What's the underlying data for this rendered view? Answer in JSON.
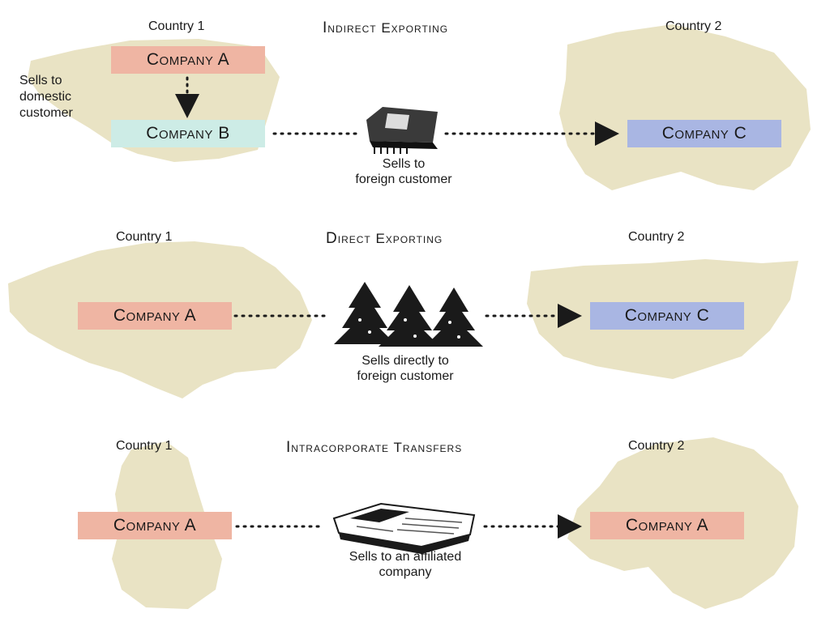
{
  "colors": {
    "land": "#e9e3c4",
    "company_a": "#efb5a3",
    "company_b": "#cdece6",
    "company_c": "#a9b6e3",
    "arrow": "#1a1a1a"
  },
  "panels": [
    {
      "title": "Indirect Exporting",
      "left_country": "Country 1",
      "right_country": "Country 2",
      "side_note": [
        "Sells to",
        "domestic",
        "customer"
      ],
      "boxes": [
        "Company A",
        "Company B",
        "Company C"
      ],
      "caption": [
        "Sells to",
        "foreign customer"
      ],
      "icon": "microchip-icon"
    },
    {
      "title": "Direct Exporting",
      "left_country": "Country 1",
      "right_country": "Country 2",
      "boxes": [
        "Company A",
        "Company C"
      ],
      "caption": [
        "Sells directly to",
        "foreign customer"
      ],
      "icon": "pine-trees-icon"
    },
    {
      "title": "Intracorporate Transfers",
      "left_country": "Country 1",
      "right_country": "Country 2",
      "boxes": [
        "Company A",
        "Company A"
      ],
      "caption": [
        "Sells to an affiliated",
        "company"
      ],
      "icon": "newspaper-icon"
    }
  ]
}
